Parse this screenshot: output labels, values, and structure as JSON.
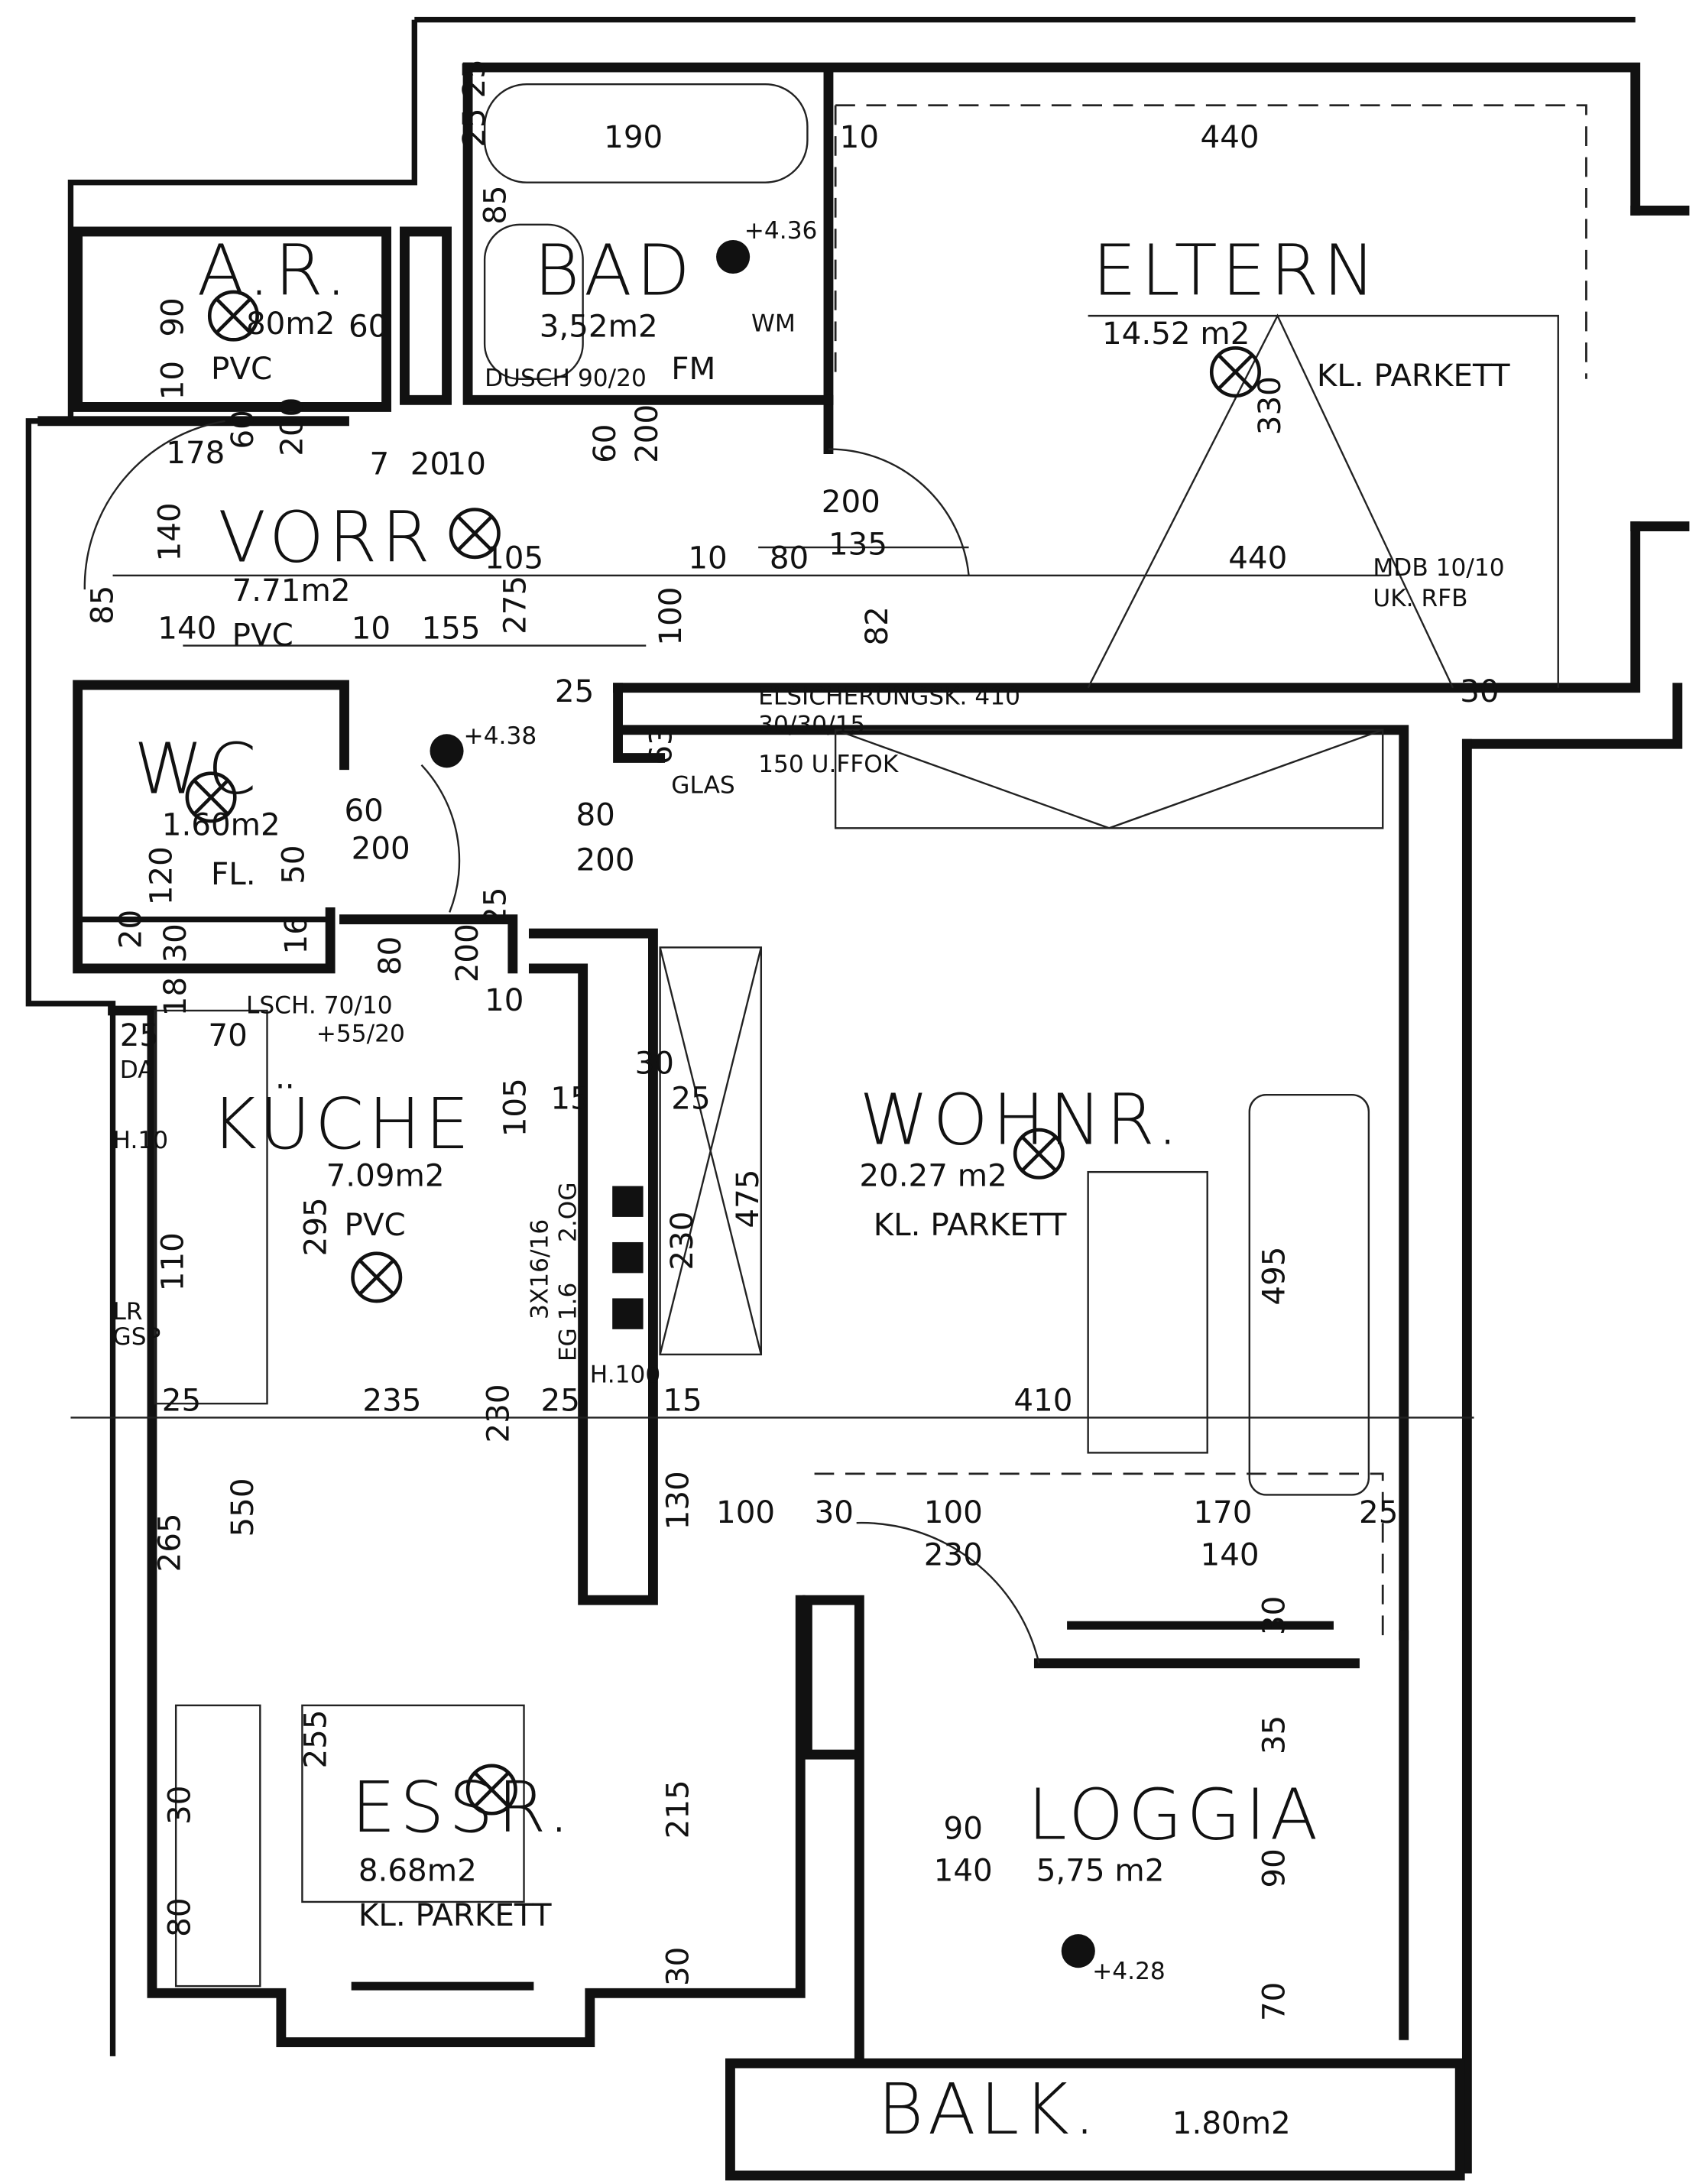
{
  "rooms": {
    "ar": {
      "name": "A.R.",
      "area": "80m2",
      "floor": "PVC"
    },
    "bad": {
      "name": "BAD",
      "area": "3,52m2",
      "note_dusch": "DUSCH 90/20",
      "note_fm": "FM",
      "note_wm": "WM"
    },
    "vorr": {
      "name": "VORR",
      "area": "7.71m2",
      "floor": "PVC"
    },
    "wc": {
      "name": "WC",
      "area": "1.60m2",
      "note_fl": "FL."
    },
    "kueche": {
      "name": "KÜCHE",
      "area": "7.09m2",
      "floor": "PVC"
    },
    "essr": {
      "name": "ESSR.",
      "area": "8.68m2",
      "floor": "KL. PARKETT"
    },
    "wohnr": {
      "name": "WOHNR.",
      "area": "20.27 m2",
      "floor": "KL. PARKETT"
    },
    "eltern": {
      "name": "ELTERN",
      "area": "14.52 m2",
      "floor": "KL. PARKETT"
    },
    "loggia": {
      "name": "LOGGIA",
      "area": "5,75 m2"
    },
    "balk": {
      "name": "BALK.",
      "area": "1.80m2"
    }
  },
  "notes": {
    "level_bad": "+4.36",
    "level_vorr": "+4.38",
    "level_loggia": "+4.28",
    "elsicherung": "ELSICHERUNGSK. 410",
    "elsicherung_size": "30/30/15",
    "elsicherung_height": "150 U.FFOK",
    "glas": "GLAS",
    "mdb": "MDB 10/10",
    "uk_rfb": "UK. RFB",
    "lsch": "LSCH. 70/10",
    "lsch_h": "+55/20",
    "da": "DA",
    "h10": "H.10",
    "lr": "LR",
    "gsp": "GSP",
    "k_3x": "3X16/16",
    "k_eg": "EG 1.6",
    "k_2og": "2.OG",
    "h100": "H.100"
  },
  "dims": [
    "25",
    "190",
    "10",
    "440",
    "85",
    "25",
    "90",
    "60",
    "10",
    "60",
    "200",
    "60",
    "200",
    "178",
    "7",
    "20",
    "10",
    "140",
    "105",
    "85",
    "275",
    "140",
    "10",
    "155",
    "100",
    "10",
    "80",
    "200",
    "135",
    "82",
    "440",
    "330",
    "25",
    "30",
    "63",
    "60",
    "200",
    "50",
    "120",
    "80",
    "200",
    "25",
    "200",
    "80",
    "18",
    "30",
    "20",
    "16",
    "25",
    "70",
    "10",
    "105",
    "15",
    "30",
    "25",
    "295",
    "475",
    "230",
    "495",
    "410",
    "110",
    "25",
    "235",
    "230",
    "25",
    "15",
    "130",
    "100",
    "30",
    "100",
    "230",
    "170",
    "140",
    "25",
    "265",
    "550",
    "255",
    "215",
    "30",
    "80",
    "30",
    "30",
    "35",
    "90",
    "140",
    "90",
    "70"
  ]
}
